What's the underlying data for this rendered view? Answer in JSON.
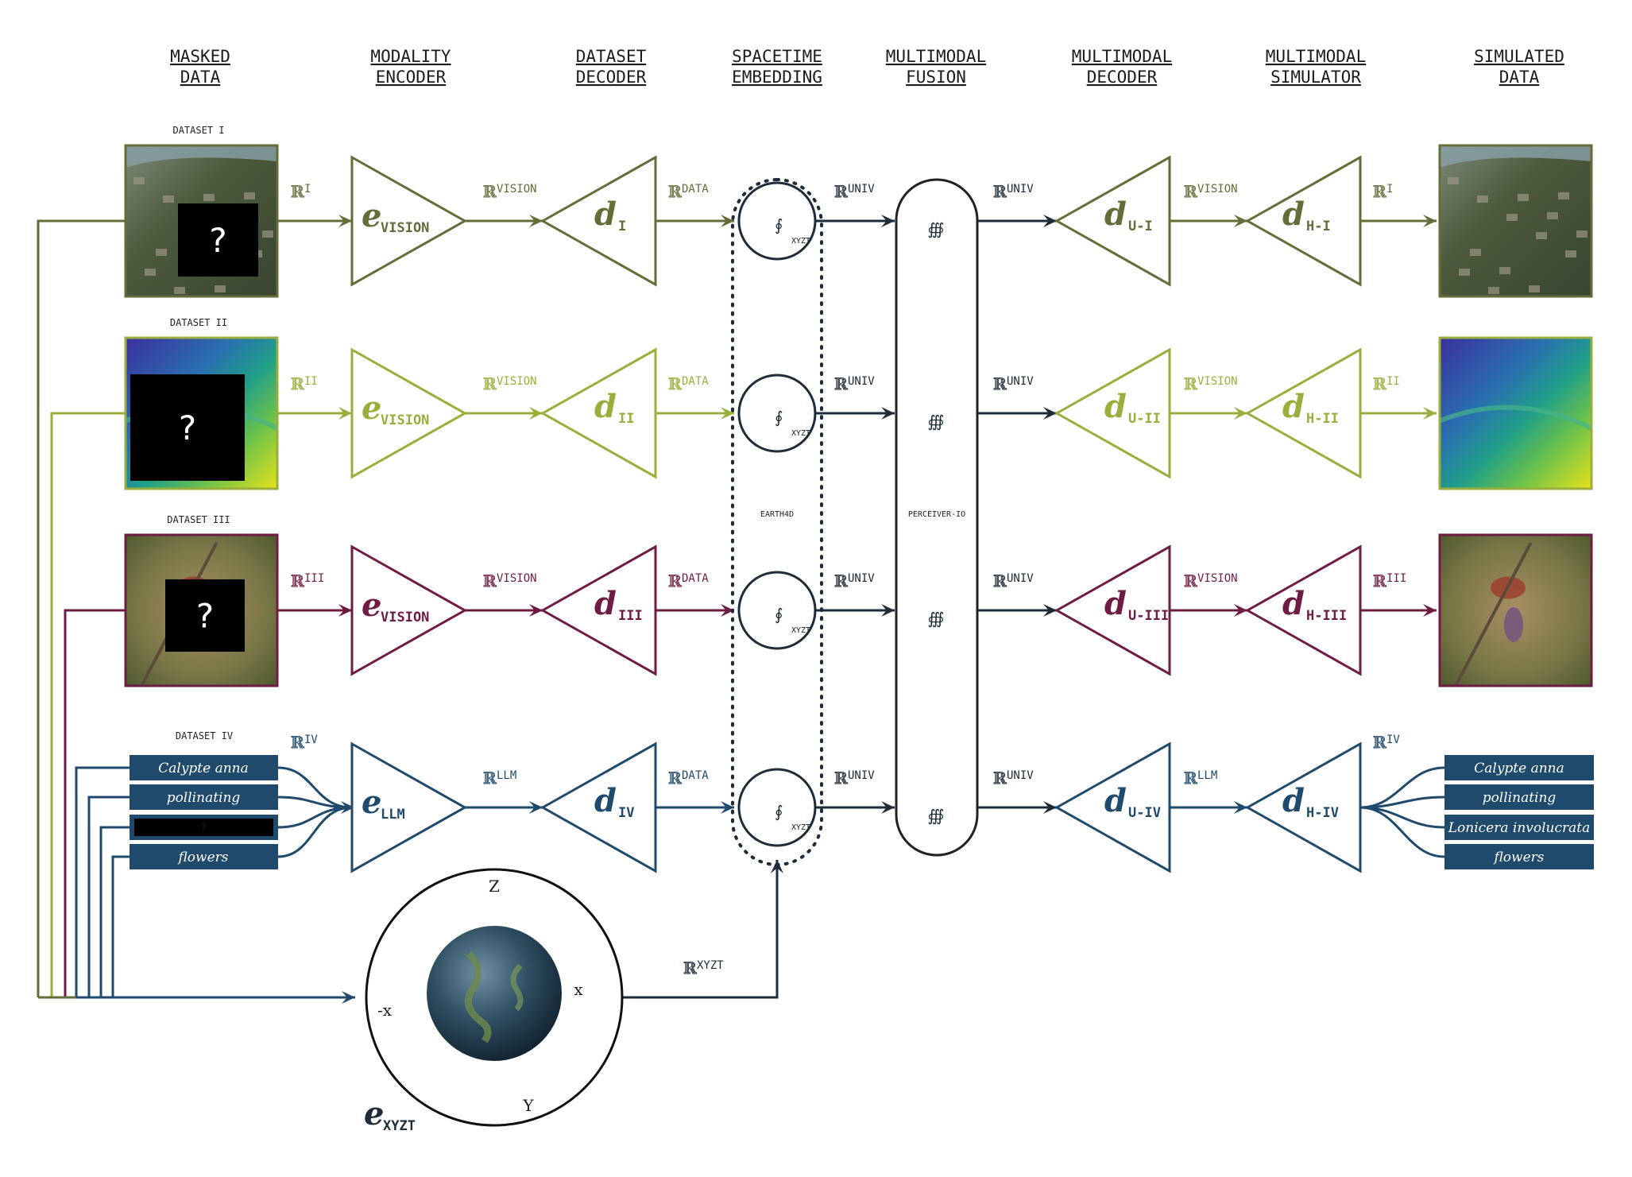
{
  "headers": [
    [
      "MASKED",
      "DATA"
    ],
    [
      "MODALITY",
      "ENCODER"
    ],
    [
      "DATASET",
      "DECODER"
    ],
    [
      "SPACETIME",
      "EMBEDDING"
    ],
    [
      "MULTIMODAL",
      "FUSION"
    ],
    [
      "MULTIMODAL",
      "DECODER"
    ],
    [
      "MULTIMODAL",
      "SIMULATOR"
    ],
    [
      "SIMULATED",
      "DATA"
    ]
  ],
  "colors": {
    "row1": "#646c38",
    "row2": "#9aae3c",
    "row3": "#6e1c44",
    "row4": "#1f4a6c",
    "dark": "#1e2b38"
  },
  "real_symbol": "ℝ",
  "rows": [
    {
      "dataset_label": "DATASET I",
      "kind": "aerial",
      "r_in": "I",
      "encoder": {
        "sym": "e",
        "sub": "VISION"
      },
      "enc_out": "VISION",
      "decoder": {
        "sym": "d",
        "sub": "I"
      },
      "dec_out": "DATA",
      "univ_in": "UNIV",
      "univ_out": "UNIV",
      "mdec": {
        "sym": "d",
        "sub": "U-I"
      },
      "mdec_out": "VISION",
      "msim": {
        "sym": "d",
        "sub": "H-I"
      },
      "msim_out": "I",
      "mask": "?"
    },
    {
      "dataset_label": "DATASET II",
      "kind": "elevation",
      "r_in": "II",
      "encoder": {
        "sym": "e",
        "sub": "VISION"
      },
      "enc_out": "VISION",
      "decoder": {
        "sym": "d",
        "sub": "II"
      },
      "dec_out": "DATA",
      "univ_in": "UNIV",
      "univ_out": "UNIV",
      "mdec": {
        "sym": "d",
        "sub": "U-II"
      },
      "mdec_out": "VISION",
      "msim": {
        "sym": "d",
        "sub": "H-II"
      },
      "msim_out": "II",
      "mask": "?"
    },
    {
      "dataset_label": "DATASET III",
      "kind": "bird",
      "r_in": "III",
      "encoder": {
        "sym": "e",
        "sub": "VISION"
      },
      "enc_out": "VISION",
      "decoder": {
        "sym": "d",
        "sub": "III"
      },
      "dec_out": "DATA",
      "univ_in": "UNIV",
      "univ_out": "UNIV",
      "mdec": {
        "sym": "d",
        "sub": "U-III"
      },
      "mdec_out": "VISION",
      "msim": {
        "sym": "d",
        "sub": "H-III"
      },
      "msim_out": "III",
      "mask": "?"
    },
    {
      "dataset_label": "DATASET IV",
      "kind": "text",
      "r_in": "IV",
      "encoder": {
        "sym": "e",
        "sub": "LLM"
      },
      "enc_out": "LLM",
      "decoder": {
        "sym": "d",
        "sub": "IV"
      },
      "dec_out": "DATA",
      "univ_in": "UNIV",
      "univ_out": "UNIV",
      "mdec": {
        "sym": "d",
        "sub": "U-IV"
      },
      "mdec_out": "LLM",
      "msim": {
        "sym": "d",
        "sub": "H-IV"
      },
      "msim_out": "IV",
      "mask": "?"
    }
  ],
  "text_in": [
    "Calypte anna",
    "pollinating",
    "?",
    "flowers"
  ],
  "text_out": [
    "Calypte anna",
    "pollinating",
    "Lonicera involucrata",
    "flowers"
  ],
  "embed_sub": "XYZT",
  "embed_label": "EARTH4D",
  "fusion_label": "PERCEIVER-IO",
  "globe": {
    "axes": {
      "z": "Z",
      "y": "Y",
      "x": "x",
      "neg_x": "-x"
    },
    "encoder": {
      "sym": "e",
      "sub": "XYZT"
    },
    "out": "XYZT"
  }
}
